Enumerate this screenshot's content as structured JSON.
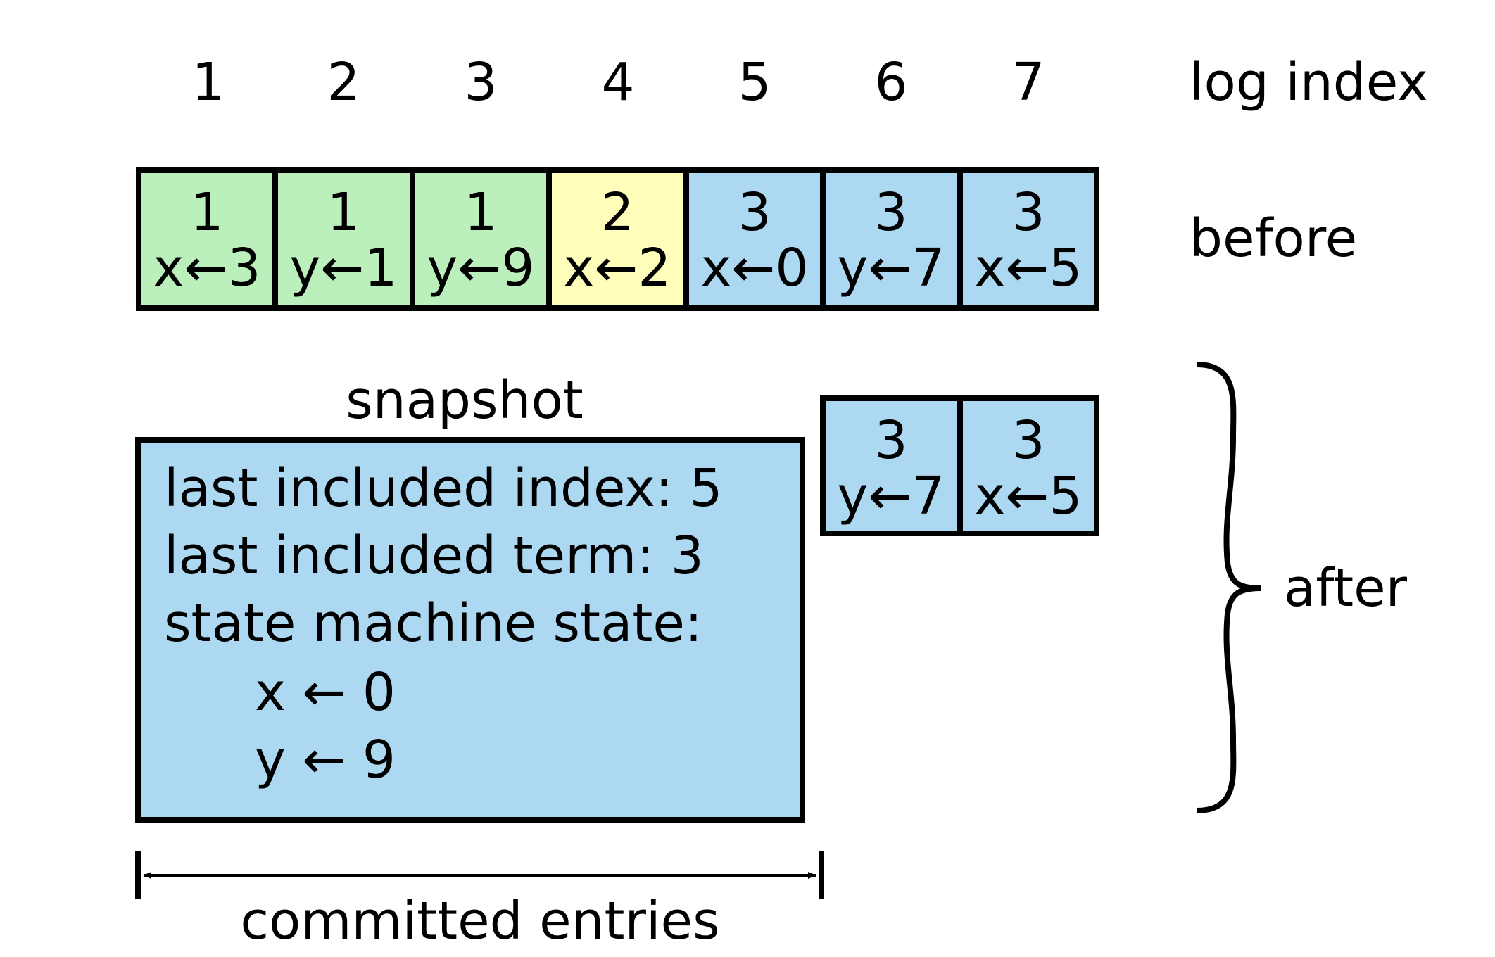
{
  "header": {
    "indices": [
      "1",
      "2",
      "3",
      "4",
      "5",
      "6",
      "7"
    ],
    "log_index_label": "log index"
  },
  "before": {
    "label": "before",
    "entries": [
      {
        "term": "1",
        "command": "x←3",
        "color": "#bbefbb"
      },
      {
        "term": "1",
        "command": "y←1",
        "color": "#bbefbb"
      },
      {
        "term": "1",
        "command": "y←9",
        "color": "#bbefbb"
      },
      {
        "term": "2",
        "command": "x←2",
        "color": "#ffffbb"
      },
      {
        "term": "3",
        "command": "x←0",
        "color": "#add8f2"
      },
      {
        "term": "3",
        "command": "y←7",
        "color": "#add8f2"
      },
      {
        "term": "3",
        "command": "x←5",
        "color": "#add8f2"
      }
    ]
  },
  "snapshot": {
    "title": "snapshot",
    "last_included_index": "last included index: 5",
    "last_included_term": "last included term: 3",
    "state_label": "state machine state:",
    "state_x": "x ← 0",
    "state_y": "y ← 9",
    "color": "#add8f2"
  },
  "after": {
    "label": "after",
    "entries": [
      {
        "term": "3",
        "command": "y←7",
        "color": "#add8f2"
      },
      {
        "term": "3",
        "command": "x←5",
        "color": "#add8f2"
      }
    ]
  },
  "committed": {
    "label": "committed entries"
  }
}
